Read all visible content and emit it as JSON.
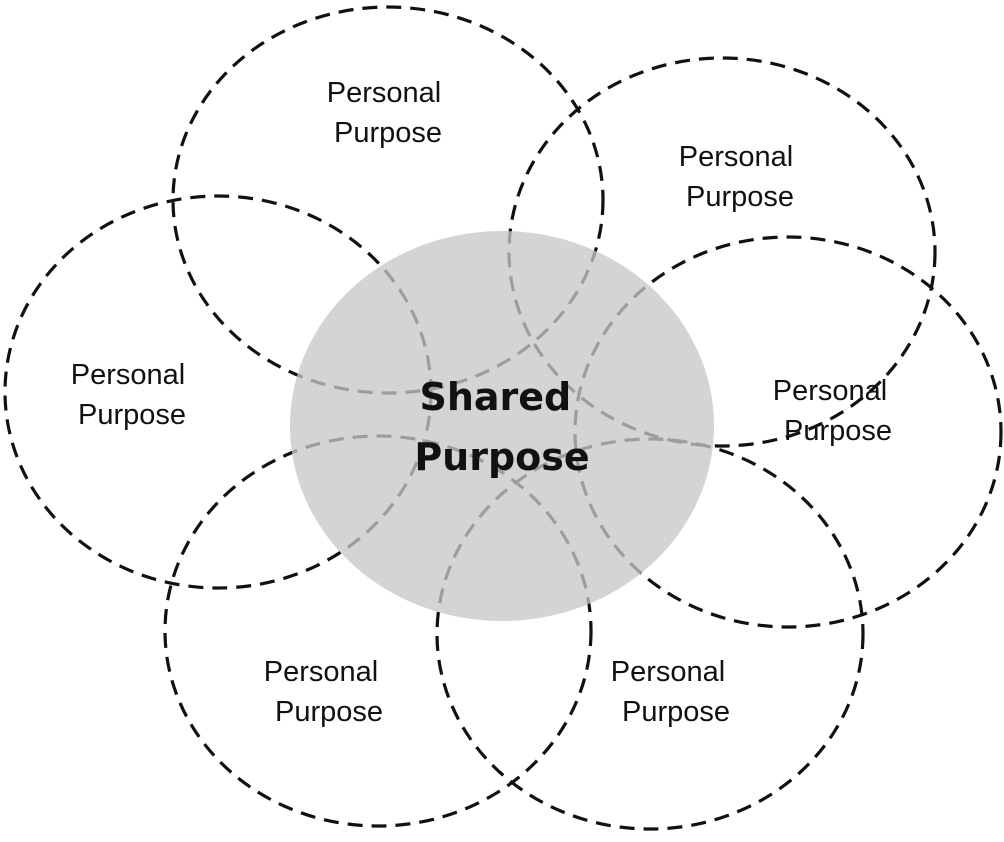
{
  "diagram": {
    "center": {
      "line1": "Shared",
      "line2": "Purpose",
      "fill_color": "#d4d4d4"
    },
    "circle_stroke_color": "#111111",
    "text_color": "#111111",
    "circles": [
      {
        "line1": "Personal",
        "line2": "Purpose"
      },
      {
        "line1": "Personal",
        "line2": "Purpose"
      },
      {
        "line1": "Personal",
        "line2": "Purpose"
      },
      {
        "line1": "Personal",
        "line2": "Purpose"
      },
      {
        "line1": "Personal",
        "line2": "Purpose"
      },
      {
        "line1": "Personal",
        "line2": "Purpose"
      }
    ]
  }
}
